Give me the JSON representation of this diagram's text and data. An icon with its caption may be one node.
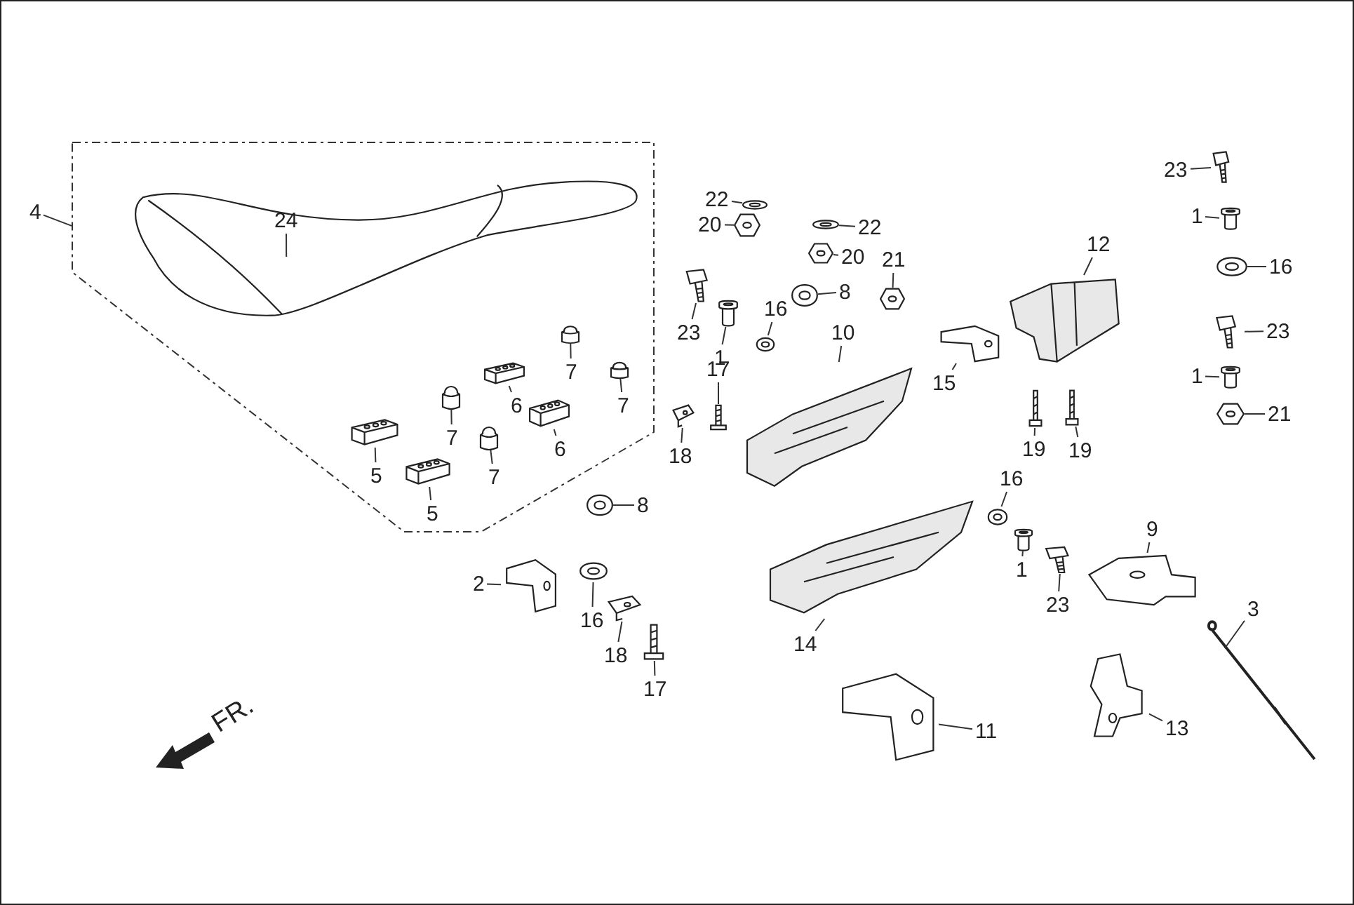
{
  "diagram": {
    "nodes": [
      {
        "text": [],
        "shape": "box"
      },
      {
        "text": [
          "4"
        ]
      },
      {
        "text": [],
        "shape": "picture",
        "in": 0
      },
      {
        "text": [
          "24"
        ],
        "in": 2
      },
      {
        "text": [],
        "shape": "picture",
        "in": 0
      },
      {
        "text": [
          "5"
        ],
        "in": 0
      },
      {
        "text": [],
        "shape": "picture",
        "in": 0
      },
      {
        "text": [
          "5"
        ],
        "in": 0
      },
      {
        "text": [],
        "shape": "picture",
        "in": 0
      },
      {
        "text": [
          "6"
        ],
        "in": 0
      },
      {
        "text": [],
        "shape": "picture",
        "in": 0
      },
      {
        "text": [
          "6"
        ],
        "in": 0
      },
      {
        "text": [],
        "shape": "picture",
        "in": 0
      },
      {
        "text": [
          "7"
        ],
        "in": 0
      },
      {
        "text": [],
        "shape": "picture",
        "in": 0
      },
      {
        "text": [
          "7"
        ],
        "in": 0
      },
      {
        "text": [],
        "shape": "picture",
        "in": 0
      },
      {
        "text": [
          "7"
        ],
        "in": 0
      },
      {
        "text": [],
        "shape": "picture",
        "in": 0
      },
      {
        "text": [
          "7"
        ],
        "in": 0
      },
      {
        "text": [],
        "shape": "circle"
      },
      {
        "text": [
          "8"
        ]
      },
      {
        "text": [],
        "shape": "picture"
      },
      {
        "text": [
          "2"
        ]
      },
      {
        "text": [],
        "shape": "circle"
      },
      {
        "text": [
          "16"
        ]
      },
      {
        "text": [],
        "shape": "picture"
      },
      {
        "text": [
          "18"
        ]
      },
      {
        "text": [],
        "shape": "picture"
      },
      {
        "text": [
          "17"
        ]
      },
      {
        "text": [],
        "shape": "circle"
      },
      {
        "text": [
          "22"
        ]
      },
      {
        "text": [],
        "shape": "hexagon"
      },
      {
        "text": [
          "20"
        ]
      },
      {
        "text": [],
        "shape": "circle"
      },
      {
        "text": [
          "22"
        ]
      },
      {
        "text": [],
        "shape": "hexagon"
      },
      {
        "text": [
          "20"
        ]
      },
      {
        "text": [],
        "shape": "hexagon"
      },
      {
        "text": [
          "21"
        ]
      },
      {
        "text": [],
        "shape": "picture"
      },
      {
        "text": [
          "23"
        ]
      },
      {
        "text": [],
        "shape": "picture"
      },
      {
        "text": [
          "1"
        ]
      },
      {
        "text": [],
        "shape": "circle"
      },
      {
        "text": [
          "16"
        ]
      },
      {
        "text": [],
        "shape": "circle"
      },
      {
        "text": [
          "8"
        ]
      },
      {
        "text": [],
        "shape": "picture"
      },
      {
        "text": [
          "10"
        ]
      },
      {
        "text": [],
        "shape": "picture"
      },
      {
        "text": [
          "17"
        ]
      },
      {
        "text": [],
        "shape": "picture"
      },
      {
        "text": [
          "18"
        ]
      },
      {
        "text": [],
        "shape": "picture"
      },
      {
        "text": [
          "15"
        ]
      },
      {
        "text": [],
        "shape": "picture"
      },
      {
        "text": [
          "12"
        ]
      },
      {
        "text": [],
        "shape": "picture"
      },
      {
        "text": [
          "19"
        ]
      },
      {
        "text": [],
        "shape": "picture"
      },
      {
        "text": [
          "19"
        ]
      },
      {
        "text": [],
        "shape": "circle"
      },
      {
        "text": [
          "16"
        ]
      },
      {
        "text": [],
        "shape": "picture"
      },
      {
        "text": [
          "1"
        ]
      },
      {
        "text": [],
        "shape": "picture"
      },
      {
        "text": [
          "23"
        ]
      },
      {
        "text": [],
        "shape": "picture"
      },
      {
        "text": [
          "9"
        ]
      },
      {
        "text": [],
        "shape": "picture"
      },
      {
        "text": [
          "14"
        ]
      },
      {
        "text": [],
        "shape": "picture"
      },
      {
        "text": [
          "23"
        ]
      },
      {
        "text": [],
        "shape": "picture"
      },
      {
        "text": [
          "1"
        ]
      },
      {
        "text": [],
        "shape": "circle"
      },
      {
        "text": [
          "16"
        ]
      },
      {
        "text": [],
        "shape": "picture"
      },
      {
        "text": [
          "23"
        ]
      },
      {
        "text": [],
        "shape": "picture"
      },
      {
        "text": [
          "1"
        ]
      },
      {
        "text": [],
        "shape": "hexagon"
      },
      {
        "text": [
          "21"
        ]
      },
      {
        "text": [],
        "shape": "picture"
      },
      {
        "text": [
          "3"
        ]
      },
      {
        "text": [],
        "shape": "picture"
      },
      {
        "text": [
          "11"
        ]
      },
      {
        "text": [],
        "shape": "picture"
      },
      {
        "text": [
          "13"
        ]
      }
    ],
    "edges": [
      {
        "from": 1,
        "to": 0,
        "arrow": "none"
      },
      {
        "from": 3,
        "to": 2,
        "arrow": "none"
      },
      {
        "from": 5,
        "to": 4,
        "arrow": "none"
      },
      {
        "from": 7,
        "to": 6,
        "arrow": "none"
      },
      {
        "from": 9,
        "to": 8,
        "arrow": "none"
      },
      {
        "from": 11,
        "to": 10,
        "arrow": "none"
      },
      {
        "from": 13,
        "to": 12,
        "arrow": "none"
      },
      {
        "from": 15,
        "to": 14,
        "arrow": "none"
      },
      {
        "from": 17,
        "to": 16,
        "arrow": "none"
      },
      {
        "from": 19,
        "to": 18,
        "arrow": "none"
      },
      {
        "from": 21,
        "to": 20,
        "arrow": "none"
      },
      {
        "from": 23,
        "to": 22,
        "arrow": "none"
      },
      {
        "from": 25,
        "to": 24,
        "arrow": "none"
      },
      {
        "from": 27,
        "to": 26,
        "arrow": "none"
      },
      {
        "from": 29,
        "to": 28,
        "arrow": "none"
      },
      {
        "from": 31,
        "to": 30,
        "arrow": "none"
      },
      {
        "from": 33,
        "to": 32,
        "arrow": "none"
      },
      {
        "from": 35,
        "to": 34,
        "arrow": "none"
      },
      {
        "from": 37,
        "to": 36,
        "arrow": "none"
      },
      {
        "from": 39,
        "to": 38,
        "arrow": "none"
      },
      {
        "from": 41,
        "to": 40,
        "arrow": "none"
      },
      {
        "from": 43,
        "to": 42,
        "arrow": "none"
      },
      {
        "from": 45,
        "to": 44,
        "arrow": "none"
      },
      {
        "from": 47,
        "to": 46,
        "arrow": "none"
      },
      {
        "from": 49,
        "to": 48,
        "arrow": "none"
      },
      {
        "from": 51,
        "to": 50,
        "arrow": "none"
      },
      {
        "from": 53,
        "to": 52,
        "arrow": "none"
      },
      {
        "from": 55,
        "to": 54,
        "arrow": "none"
      },
      {
        "from": 57,
        "to": 56,
        "arrow": "none"
      },
      {
        "from": 59,
        "to": 58,
        "arrow": "none"
      },
      {
        "from": 61,
        "to": 60,
        "arrow": "none"
      },
      {
        "from": 63,
        "to": 62,
        "arrow": "none"
      },
      {
        "from": 65,
        "to": 64,
        "arrow": "none"
      },
      {
        "from": 67,
        "to": 66,
        "arrow": "none"
      },
      {
        "from": 69,
        "to": 68,
        "arrow": "none"
      },
      {
        "from": 71,
        "to": 70,
        "arrow": "none"
      },
      {
        "from": 73,
        "to": 72,
        "arrow": "none"
      },
      {
        "from": 75,
        "to": 74,
        "arrow": "none"
      },
      {
        "from": 77,
        "to": 76,
        "arrow": "none"
      },
      {
        "from": 79,
        "to": 78,
        "arrow": "none"
      },
      {
        "from": 81,
        "to": 80,
        "arrow": "none"
      },
      {
        "from": 83,
        "to": 82,
        "arrow": "none"
      },
      {
        "from": 85,
        "to": 84,
        "arrow": "none"
      },
      {
        "from": 87,
        "to": 86,
        "arrow": "none"
      },
      {
        "from": 89,
        "to": 88,
        "arrow": "none"
      }
    ],
    "labels": [
      "FR."
    ]
  }
}
